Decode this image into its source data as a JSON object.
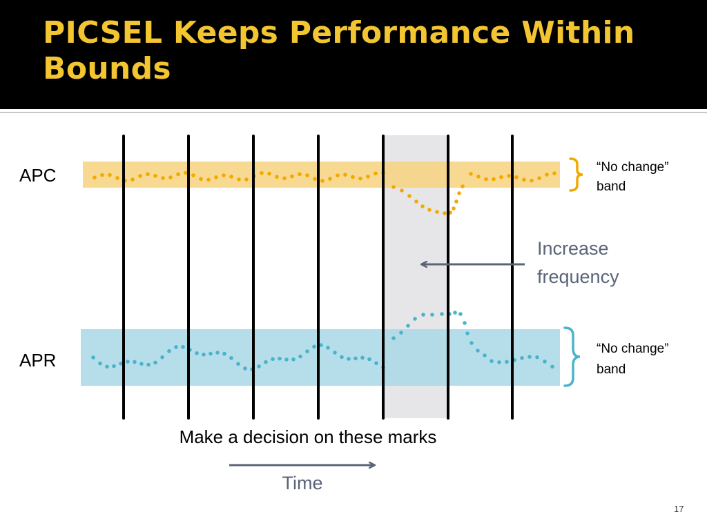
{
  "slide": {
    "title": "PICSEL  Keeps Performance Within Bounds",
    "page_number": "17"
  },
  "diagram": {
    "rows": [
      {
        "label": "APC",
        "band_label_line1": "“No change”",
        "band_label_line2": "band",
        "color": "#f2a900",
        "band_color": "#f7d27e"
      },
      {
        "label": "APR",
        "band_label_line1": "“No change”",
        "band_label_line2": "band",
        "color": "#4bb3c9",
        "band_color": "#a8d8e6"
      }
    ],
    "arrow_label_line1": "Increase",
    "arrow_label_line2": "frequency",
    "marks_caption": "Make a decision on these marks",
    "time_label": "Time",
    "decision_mark_count": 7,
    "highlighted_interval": 5,
    "arrow_color": "#5a6478"
  }
}
